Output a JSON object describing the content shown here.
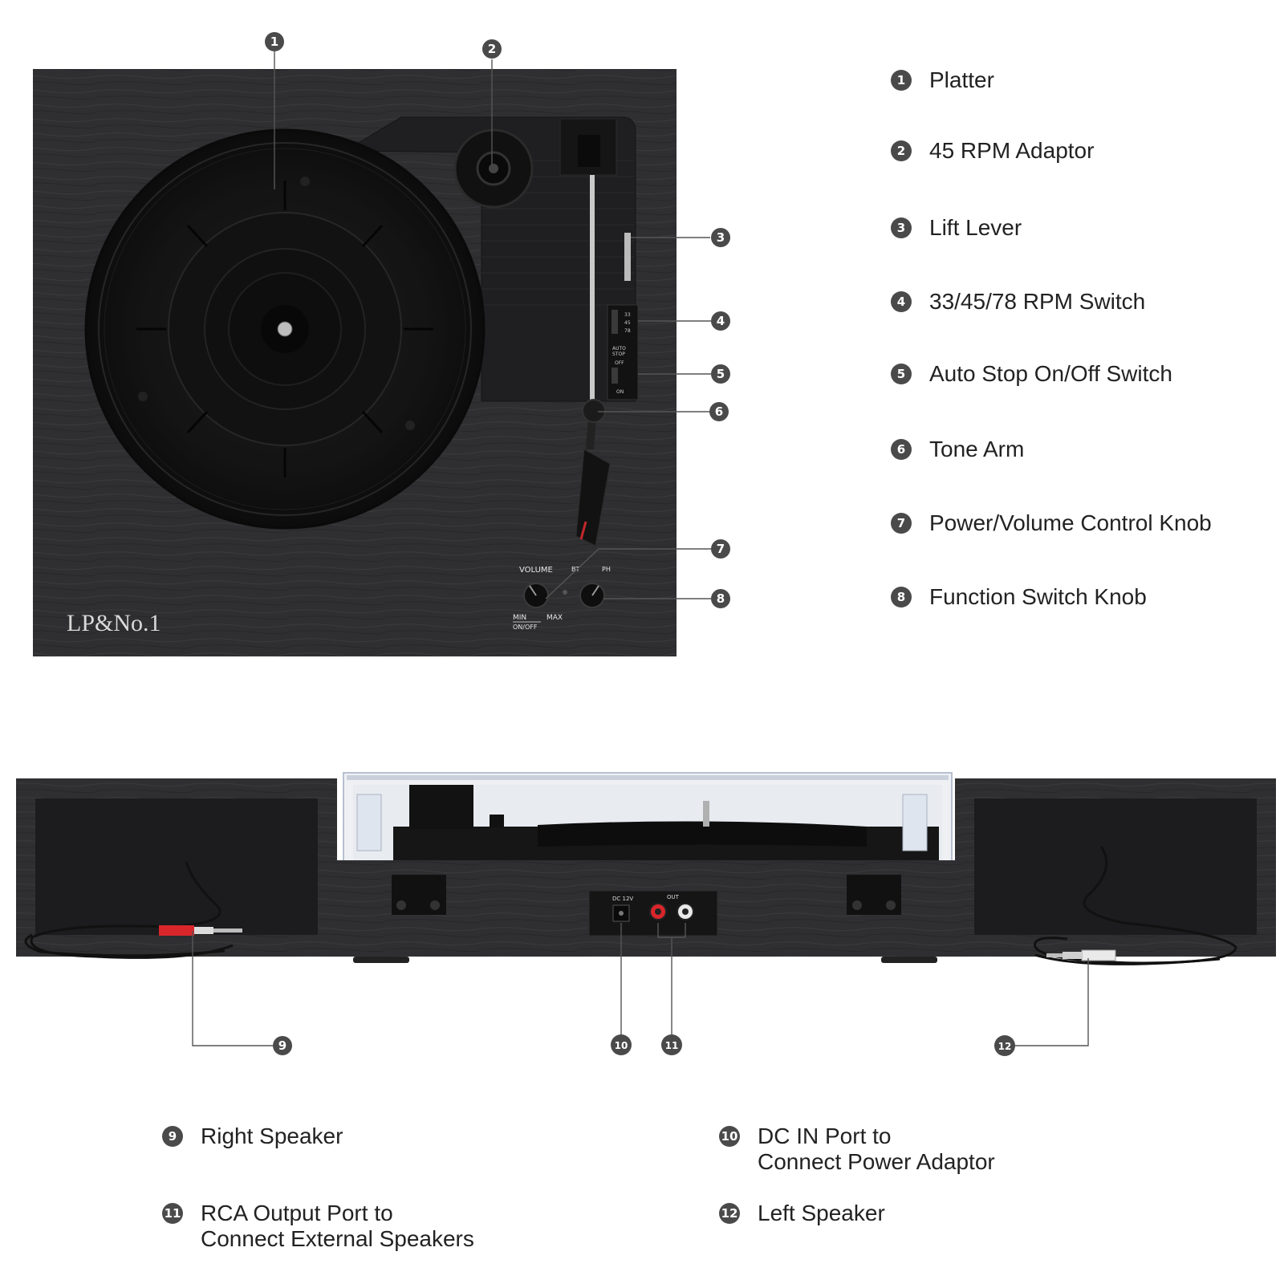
{
  "callouts": [
    {
      "num": "1",
      "label": "Platter"
    },
    {
      "num": "2",
      "label": "45 RPM Adaptor"
    },
    {
      "num": "3",
      "label": "Lift Lever"
    },
    {
      "num": "4",
      "label": "33/45/78 RPM Switch"
    },
    {
      "num": "5",
      "label": "Auto Stop On/Off Switch"
    },
    {
      "num": "6",
      "label": "Tone Arm"
    },
    {
      "num": "7",
      "label": "Power/Volume Control Knob"
    },
    {
      "num": "8",
      "label": "Function Switch Knob"
    },
    {
      "num": "9",
      "label": "Right Speaker"
    },
    {
      "num": "10",
      "label_line1": "DC IN Port to",
      "label_line2": "Connect Power Adaptor"
    },
    {
      "num": "11",
      "label_line1": "RCA Output Port to",
      "label_line2": "Connect External Speakers"
    },
    {
      "num": "12",
      "label": "Left Speaker"
    }
  ],
  "device_labels": {
    "brand": "LP&No.1",
    "volume": "VOLUME",
    "bt": "BT",
    "ph": "PH",
    "min": "MIN",
    "max": "MAX",
    "onoff": "ON/OFF",
    "rpm33": "33",
    "rpm45": "45",
    "rpm78": "78",
    "auto": "AUTO",
    "stop": "STOP",
    "off": "OFF",
    "on": "ON",
    "dc": "DC 12V",
    "out": "OUT"
  },
  "colors": {
    "wood": "#2f2f31",
    "wood_dark": "#1c1c1e",
    "badge": "#4a4a4a",
    "leader": "#555555",
    "rca_red": "#d8262b"
  }
}
